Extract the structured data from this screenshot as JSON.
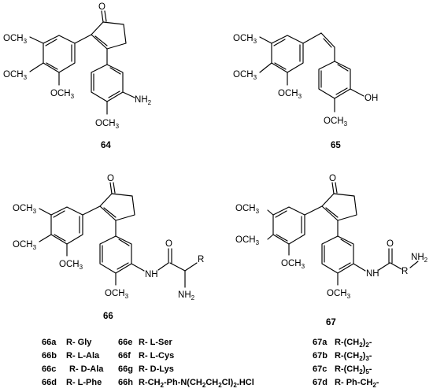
{
  "compounds": {
    "c64": {
      "id": "64",
      "labels": {
        "ketone_o": "O",
        "methoxy_a": "OCH3",
        "methoxy_b": "OCH3",
        "methoxy_c": "OCH3",
        "methoxy_d": "OCH3",
        "amine": "NH2"
      }
    },
    "c65": {
      "id": "65",
      "labels": {
        "methoxy_a": "OCH3",
        "methoxy_b": "OCH3",
        "methoxy_c": "OCH3",
        "methoxy_d": "OCH3",
        "hydroxyl": "OH"
      }
    },
    "c66": {
      "id": "66",
      "labels": {
        "ketone_o": "O",
        "methoxy_a": "OCH3",
        "methoxy_b": "OCH3",
        "methoxy_c": "OCH3",
        "methoxy_d": "OCH3",
        "amide_nh": "NH",
        "amide_o": "O",
        "r_group": "R",
        "amine": "NH2"
      }
    },
    "c67": {
      "id": "67",
      "labels": {
        "ketone_o": "O",
        "methoxy_a": "OCH3",
        "methoxy_b": "OCH3",
        "methoxy_c": "OCH3",
        "methoxy_d": "OCH3",
        "amide_nh": "NH",
        "amide_o": "O",
        "r_group": "R",
        "amine": "NH2"
      }
    }
  },
  "legend_66": [
    {
      "code": "66a",
      "value": "R- Gly"
    },
    {
      "code": "66b",
      "value": "R- L-Ala"
    },
    {
      "code": "66c",
      "value": "R- D-Ala"
    },
    {
      "code": "66d",
      "value": "R- L-Phe"
    },
    {
      "code": "66e",
      "value": "R- L-Ser"
    },
    {
      "code": "66f",
      "value": "R- L-Cys"
    },
    {
      "code": "66g",
      "value": "R- D-Lys"
    },
    {
      "code": "66h",
      "value": "R-CH2-Ph-N(CH2CH2Cl)2.HCl"
    }
  ],
  "legend_67": [
    {
      "code": "67a",
      "value": "R-(CH2)2-"
    },
    {
      "code": "67b",
      "value": "R-(CH2)3-"
    },
    {
      "code": "67c",
      "value": "R-(CH2)5-"
    },
    {
      "code": "67d",
      "value": "R- Ph-CH2-"
    }
  ]
}
